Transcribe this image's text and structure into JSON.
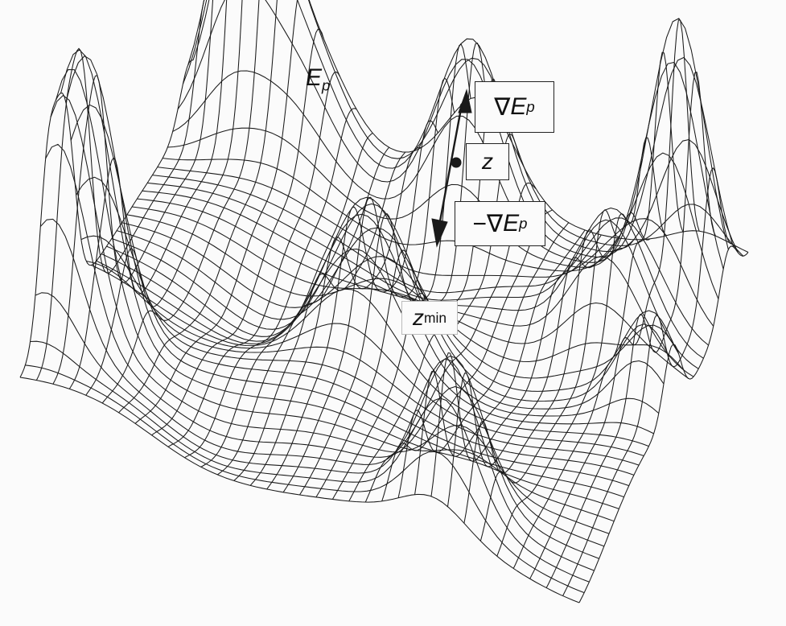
{
  "diagram": {
    "surface_label": {
      "symbol": "E",
      "sub": "p"
    },
    "gradient_box": {
      "prefix": "∇ ",
      "symbol": "E",
      "sub": "p"
    },
    "point_box": {
      "symbol": "z"
    },
    "neg_gradient_box": {
      "prefix": "−∇ ",
      "symbol": "E",
      "sub": "p"
    },
    "minimum_box": {
      "symbol": "z",
      "sub": "min"
    },
    "colors": {
      "ink": "#1a1a1a",
      "paper": "#fbfbfb"
    }
  }
}
